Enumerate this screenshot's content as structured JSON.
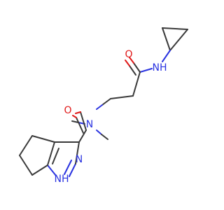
{
  "molecule": {
    "atoms": {
      "o_amide_top": "O",
      "nh_amide_top": "NH",
      "o_amide_bottom": "O",
      "n_methyl": "N",
      "n_pyrazole": "N",
      "nh_pyrazole": "NH"
    },
    "colors": {
      "bond": "#3a3a3a",
      "nitrogen": "#2a33e0",
      "oxygen": "#e01818"
    }
  }
}
